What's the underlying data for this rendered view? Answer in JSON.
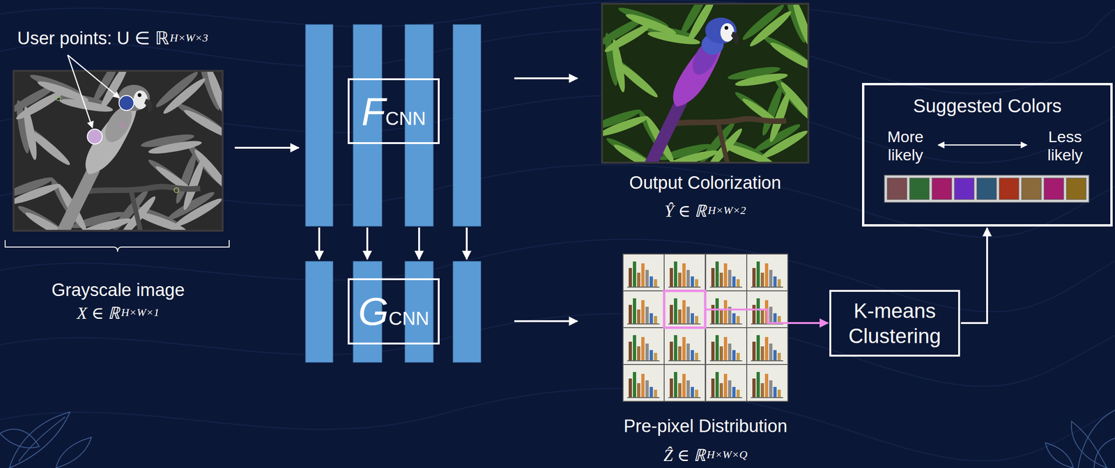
{
  "diagram": {
    "nodes": [
      {
        "text": [
          "Grayscale image",
          "X ∈ ℝ",
          "H×W×1"
        ]
      },
      {
        "text": [
          "F",
          "CNN"
        ]
      },
      {
        "text": [
          "G",
          "CNN"
        ]
      },
      {
        "text": [
          "Output Colorization",
          "Ŷ ∈ ℝ",
          "H×W×2"
        ]
      },
      {
        "text": [
          "Pre-pixel Distribution",
          "Ẑ ∈ ℝ",
          "H×W×Q"
        ]
      },
      {
        "text": [
          "K-means Clustering"
        ]
      },
      {
        "text": [
          "Suggested Colors",
          "More likely",
          "Less likely"
        ]
      }
    ],
    "edges": [
      {
        "from": 0,
        "to": 1,
        "arrow": "to"
      },
      {
        "from": 1,
        "to": 2,
        "arrow": "to"
      },
      {
        "from": 1,
        "to": 2,
        "arrow": "to"
      },
      {
        "from": 1,
        "to": 2,
        "arrow": "to"
      },
      {
        "from": 1,
        "to": 2,
        "arrow": "to"
      },
      {
        "from": 1,
        "to": 3,
        "arrow": "to"
      },
      {
        "from": 2,
        "to": 4,
        "arrow": "to"
      },
      {
        "from": 4,
        "to": 5,
        "arrow": "to"
      },
      {
        "from": 5,
        "to": 6,
        "arrow": "to"
      }
    ],
    "labels": [
      "User points: U ∈ ℝ",
      "H×W×3"
    ]
  }
}
